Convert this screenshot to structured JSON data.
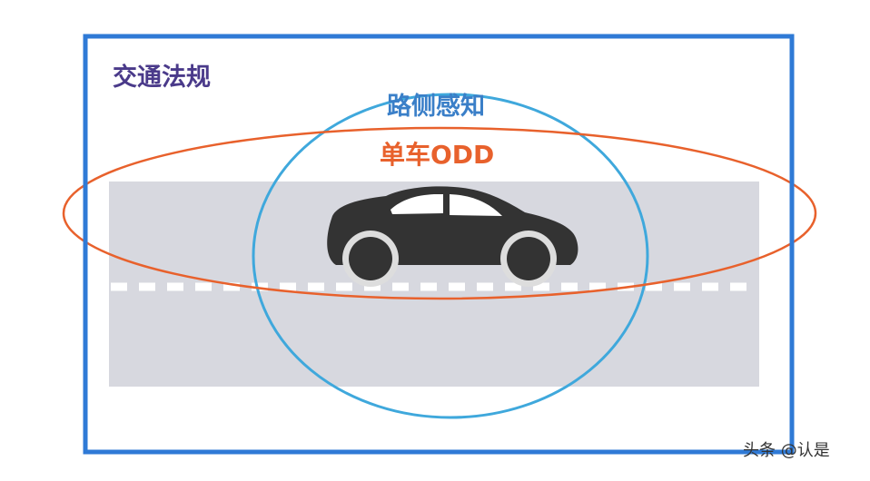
{
  "diagram": {
    "labels": {
      "traffic_regulations": "交通法规",
      "roadside_perception": "路侧感知",
      "single_vehicle_odd": "单车ODD"
    },
    "watermark": "头条 @认是",
    "colors": {
      "regulations_frame": "#2f7ad6",
      "regulations_text": "#4a3a8a",
      "roadside_circle": "#3fa8dc",
      "roadside_text": "#3a7fc8",
      "odd_ellipse": "#e8612c",
      "odd_text": "#e8612c",
      "road": "#d7d8df",
      "lane_dash": "#ffffff",
      "car_body": "#333333",
      "car_window": "#ffffff",
      "wheel_rim": "#dddddd"
    },
    "icons": {
      "vehicle": "car-icon"
    }
  }
}
